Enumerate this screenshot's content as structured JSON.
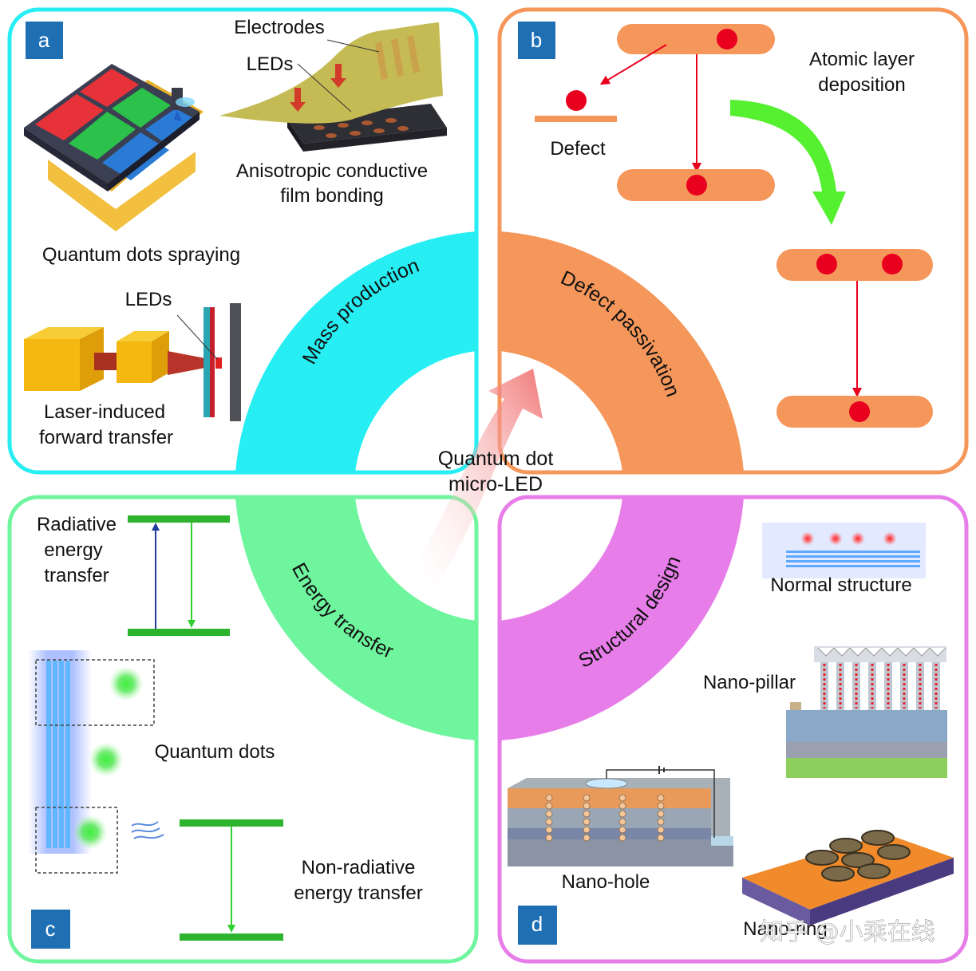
{
  "center": {
    "line1": "Quantum dot",
    "line2": "micro-LED"
  },
  "colors": {
    "cyan": "#26eef3",
    "orange": "#f5965a",
    "green": "#6ef59e",
    "magenta": "#e77de9",
    "badge": "#1f6fb5",
    "red": "#e8001e"
  },
  "panels": {
    "a": {
      "badge": "a",
      "ring_label": "Mass production",
      "labels": {
        "electrodes": "Electrodes",
        "leds_top": "LEDs",
        "acf_line1": "Anisotropic conductive",
        "acf_line2": "film bonding",
        "qd_spraying": "Quantum dots spraying",
        "leds_bottom": "LEDs",
        "lift_line1": "Laser-induced",
        "lift_line2": "forward transfer"
      }
    },
    "b": {
      "badge": "b",
      "ring_label": "Defect passivation",
      "labels": {
        "ald_line1": "Atomic layer",
        "ald_line2": "deposition",
        "defect": "Defect"
      }
    },
    "c": {
      "badge": "c",
      "ring_label": "Energy transfer",
      "labels": {
        "radiative_line1": "Radiative",
        "radiative_line2": "energy",
        "radiative_line3": "transfer",
        "quantum_dots": "Quantum dots",
        "nonrad_line1": "Non-radiative",
        "nonrad_line2": "energy transfer"
      }
    },
    "d": {
      "badge": "d",
      "ring_label": "Structural design",
      "labels": {
        "normal": "Normal structure",
        "nano_pillar": "Nano-pillar",
        "nano_hole": "Nano-hole",
        "nano_ring": "Nano-ring"
      }
    }
  },
  "watermark": "知乎 @小乘在线"
}
